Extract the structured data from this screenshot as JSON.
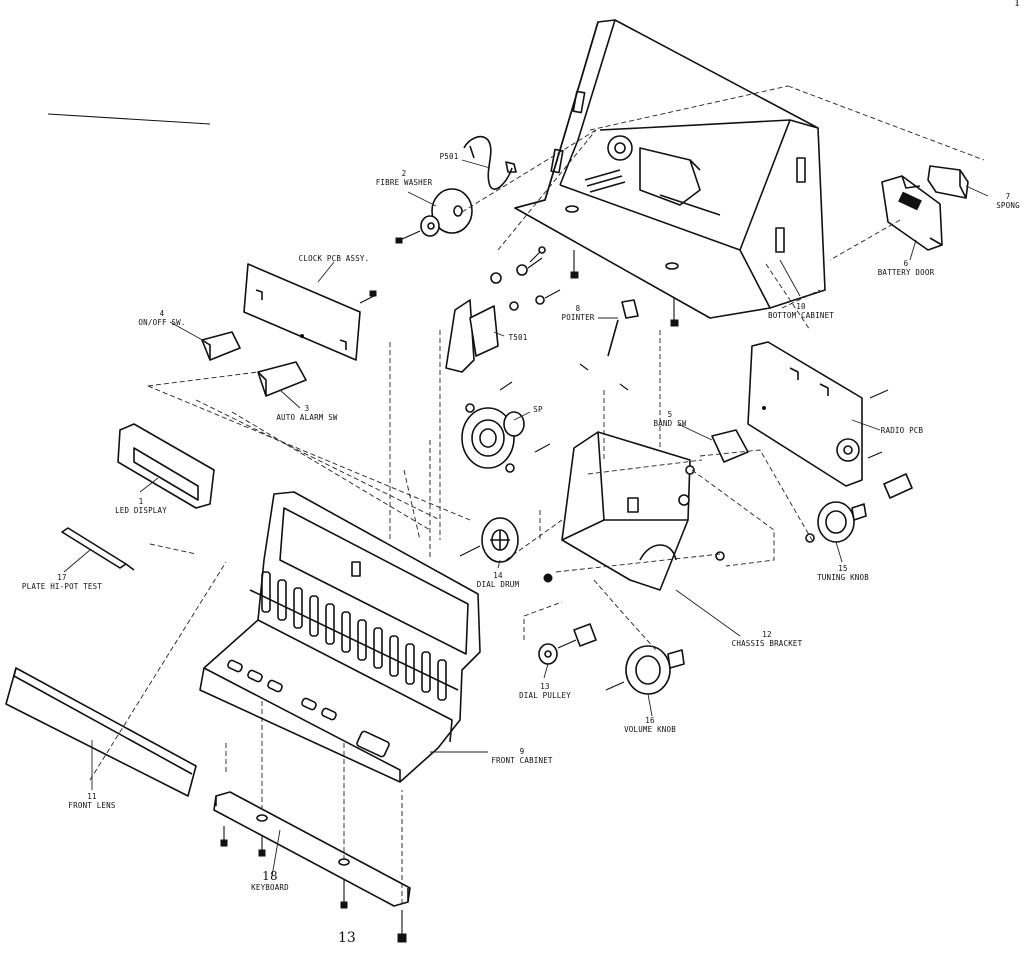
{
  "page_corner_mark": "1",
  "page_number": "13",
  "parts": [
    {
      "id": "p501",
      "number": "",
      "name": "P501"
    },
    {
      "id": "fibre-washer",
      "number": "2",
      "name": "FIBRE WASHER"
    },
    {
      "id": "clock-pcb",
      "number": "",
      "name": "CLOCK PCB ASSY."
    },
    {
      "id": "on-off-sw",
      "number": "4",
      "name": "ON/OFF SW."
    },
    {
      "id": "auto-alarm-sw",
      "number": "3",
      "name": "AUTO ALARM SW"
    },
    {
      "id": "t501",
      "number": "",
      "name": "T501"
    },
    {
      "id": "pointer",
      "number": "8",
      "name": "POINTER"
    },
    {
      "id": "bottom-cabinet",
      "number": "10",
      "name": "BOTTOM CABINET"
    },
    {
      "id": "battery-door",
      "number": "6",
      "name": "BATTERY DOOR"
    },
    {
      "id": "sponge",
      "number": "7",
      "name": "SPONG"
    },
    {
      "id": "band-sw",
      "number": "5",
      "name": "BAND SW"
    },
    {
      "id": "radio-pcb",
      "number": "",
      "name": "RADIO PCB"
    },
    {
      "id": "sp",
      "number": "",
      "name": "SP"
    },
    {
      "id": "led-display",
      "number": "1",
      "name": "LED DISPLAY"
    },
    {
      "id": "plate-hipot",
      "number": "17",
      "name": "PLATE HI-POT TEST"
    },
    {
      "id": "dial-drum",
      "number": "14",
      "name": "DIAL DRUM"
    },
    {
      "id": "tuning-knob",
      "number": "15",
      "name": "TUNING KNOB"
    },
    {
      "id": "chassis-bracket",
      "number": "12",
      "name": "CHASSIS BRACKET"
    },
    {
      "id": "dial-pulley",
      "number": "13",
      "name": "DIAL PULLEY"
    },
    {
      "id": "volume-knob",
      "number": "16",
      "name": "VOLUME KNOB"
    },
    {
      "id": "front-cabinet",
      "number": "9",
      "name": "FRONT CABINET"
    },
    {
      "id": "front-lens",
      "number": "11",
      "name": "FRONT LENS"
    },
    {
      "id": "keyboard",
      "number": "18",
      "name": "KEYBOARD"
    }
  ]
}
